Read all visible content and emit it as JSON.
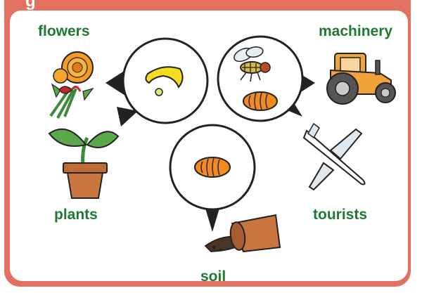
{
  "header": {
    "title": "g"
  },
  "labels": {
    "flowers": "flowers",
    "machinery": "machinery",
    "plants": "plants",
    "tourists": "tourists",
    "soil": "soil"
  },
  "colors": {
    "frame": "#e2715f",
    "label_green": "#1e7a32",
    "egg_orange": "#f28a1e",
    "larva_yellow": "#f5dc1f",
    "tractor_orange": "#f0a33a"
  },
  "icons": {
    "flowers": "marigold-bouquet-icon",
    "machinery": "tractor-icon",
    "plants": "potted-plant-icon",
    "tourists": "airplane-icon",
    "soil": "spilled-pot-icon",
    "bubble_left": "larva-and-egg-icon",
    "bubble_right": "fly-and-pupa-icon",
    "bubble_center": "pupa-icon"
  }
}
